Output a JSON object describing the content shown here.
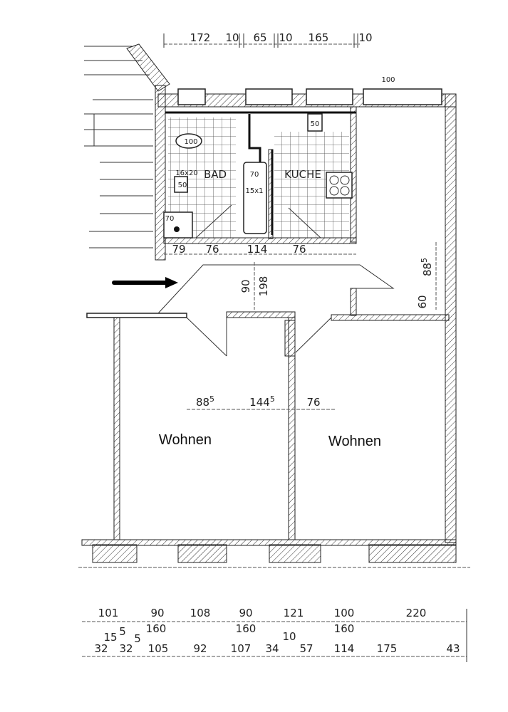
{
  "plan": {
    "rooms": {
      "bath": "BAD",
      "kitchen": "KUCHE",
      "living_left": "Wohnen",
      "living_right": "Wohnen"
    },
    "fixtures": {
      "toilet": "100",
      "basin_size": "16x20",
      "basin": "50",
      "shower": "70",
      "tub_width": "70",
      "tub_size": "15x1",
      "sink": "50",
      "window_top": "100"
    },
    "top_dims": [
      "172",
      "10",
      "65",
      "10",
      "165",
      "10"
    ],
    "inner_dims": [
      "79",
      "76",
      "114",
      "76"
    ],
    "hall_dims": [
      "90",
      "198"
    ],
    "right_room_dims": [
      "88",
      "5",
      "60"
    ],
    "living_dims": [
      {
        "v": "88",
        "sup": "5"
      },
      {
        "v": "144",
        "sup": "5"
      },
      {
        "v": "76",
        "sup": ""
      }
    ],
    "bottom_row1": [
      "101",
      "90",
      "108",
      "90",
      "121",
      "100",
      "220"
    ],
    "bottom_row2": [
      "160",
      "160",
      "160"
    ],
    "bottom_row3": [
      "32",
      "15",
      "5",
      "32",
      "5",
      "105",
      "92",
      "107",
      "34",
      "10",
      "57",
      "114",
      "175",
      "43"
    ]
  }
}
